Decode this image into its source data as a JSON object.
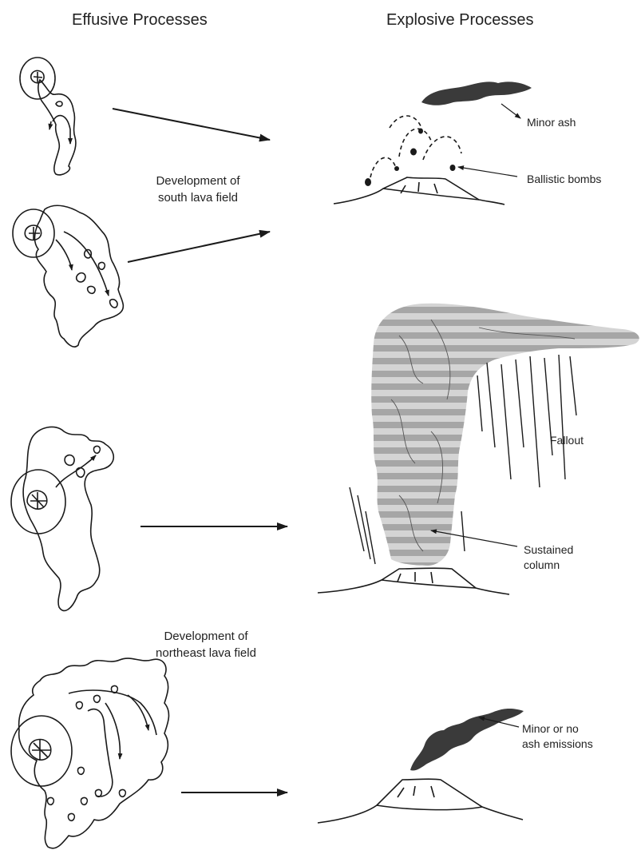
{
  "headers": {
    "effusive": "Effusive Processes",
    "explosive": "Explosive Processes"
  },
  "labels": {
    "south_line1": "Development of",
    "south_line2": "south lava field",
    "northeast_line1": "Development of",
    "northeast_line2": "northeast lava field",
    "minor_ash": "Minor ash",
    "ballistic_bombs": "Ballistic bombs",
    "fallout": "Fallout",
    "sustained_line1": "Sustained",
    "sustained_line2": "column",
    "minor_no_line1": "Minor or no",
    "minor_no_line2": "ash emissions"
  },
  "colors": {
    "ink": "#1a1a1a",
    "ash_dark": "#3a3a3a",
    "plume_light": "#cfcfcf",
    "plume_mid": "#9a9a9a"
  }
}
